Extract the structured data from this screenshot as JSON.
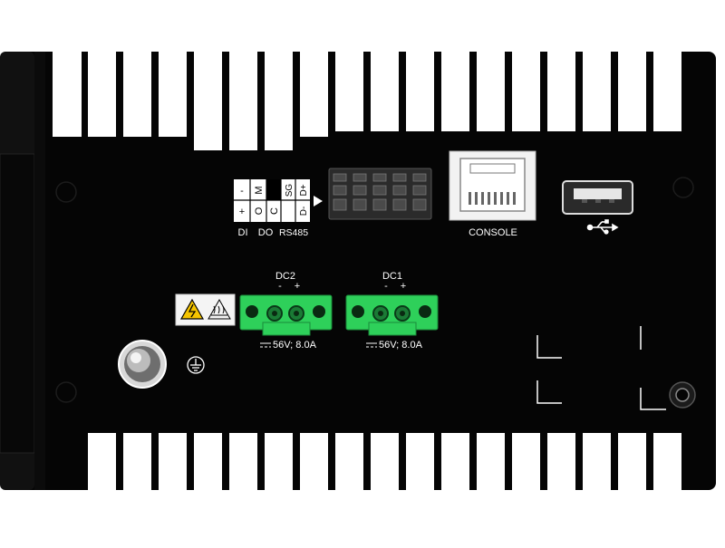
{
  "device": {
    "view": "rear panel",
    "colors": {
      "chassis": "#050505",
      "terminal_green": "#2ed05a",
      "label_white": "#ffffff"
    }
  },
  "io_terminal": {
    "pin_labels_top": [
      "-",
      "M",
      "",
      "SG",
      "D+"
    ],
    "pin_labels_bottom": [
      "+",
      "O",
      "C",
      "D-"
    ],
    "group_labels": {
      "di": "DI",
      "do": "DO",
      "rs485": "RS485"
    }
  },
  "ports": {
    "console": {
      "label": "CONSOLE"
    },
    "usb": {
      "icon": "usb-icon"
    }
  },
  "power": {
    "dc2": {
      "label": "DC2",
      "minus": "-",
      "plus": "+",
      "rating": "56V; 8.0A"
    },
    "dc1": {
      "label": "DC1",
      "minus": "-",
      "plus": "+",
      "rating": "56V; 8.0A"
    }
  },
  "symbols": [
    "high-voltage-warning-icon",
    "hot-surface-icon",
    "protective-earth-icon",
    "dc-icon"
  ]
}
